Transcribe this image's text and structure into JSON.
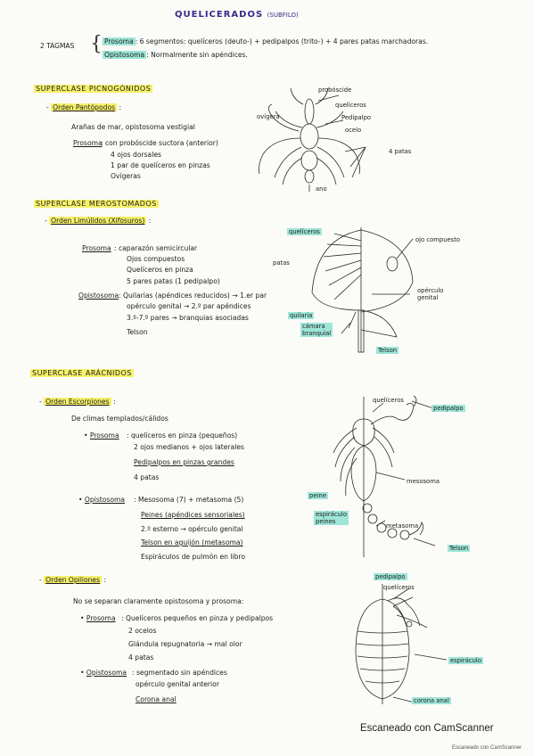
{
  "header": {
    "title": "QUELICERADOS",
    "subtitle": "(SUBFILO)"
  },
  "tagmas": {
    "label": "2 TAGMAS",
    "prosoma_term": "Prosoma",
    "prosoma_text": ": 6 segmentos: quelíceros (deuto-) + pedipalpos (trito-) + 4 pares patas marchadoras.",
    "opistosoma_term": "Opistosoma",
    "opistosoma_text": ": Normalmente sin apéndices."
  },
  "pycnogonida": {
    "section": "SUPERCLASE PICNOGÓNIDOS",
    "order": "Orden Pantópodos",
    "intro": "Arañas de mar, opistosoma vestigial",
    "prosoma_label": "Prosoma",
    "prosoma_lines": [
      ": con probóscide suctora (anterior)",
      "4 ojos dorsales",
      "1 par de quelíceros en pinzas",
      "Ovígeras"
    ],
    "labels": {
      "proboscide": "probóscide",
      "queliceros": "quelíceros",
      "pedipalpo": "Pedipalpo",
      "ocelo": "ocelo",
      "ovigera": "ovígera",
      "patas": "4 patas",
      "ano": "ano"
    }
  },
  "merostomata": {
    "section": "SUPERCLASE MEROSTOMADOS",
    "order": "Orden Limúlidos (Xifosuros)",
    "prosoma_label": "Prosoma",
    "prosoma_lines": [
      ": caparazón semicircular",
      "Ojos compuestos",
      "Quelíceros en pinza",
      "5 pares patas (1 pedipalpo)"
    ],
    "opistosoma_label": "Opistosoma",
    "opistosoma_lines": [
      ": Quilarias (apéndices reducidos) → 1.er par",
      "opérculo genital → 2.º par apéndices",
      "3.º-7.º pares → branquias asociadas",
      "Telson"
    ],
    "labels": {
      "queliceros": "quelíceros",
      "ojo": "ojo compuesto",
      "patas": "patas",
      "operculo": "opérculo\ngenital",
      "quilaria": "quilaria",
      "camara": "cámara\nbranquial",
      "telson": "Telson"
    }
  },
  "arachnida": {
    "section": "SUPERCLASE ARÁCNIDOS",
    "scorpiones": {
      "order": "Orden Escorpiones",
      "intro": "De climas templados/cálidos",
      "prosoma_label": "Prosoma",
      "prosoma_lines": [
        ": quelíceros en pinza (pequeños)",
        "2 ojos medianos + ojos laterales",
        "Pedipalpos en pinzas grandes",
        "4 patas"
      ],
      "opistosoma_label": "Opistosoma",
      "opistosoma_lines": [
        ": Mesosoma (7) + metasoma (5)",
        "Peines (apéndices sensoriales)",
        "2.º esterno → opérculo genital",
        "Telson en aguijón (metasoma)",
        "Espiráculos de pulmón en libro"
      ],
      "labels": {
        "queliceros": "quelíceros",
        "pedipalpo": "pedipalpo",
        "mesosoma": "mesosoma",
        "peine": "peine",
        "espiraculo": "espiráculo\npeines",
        "metasoma": "metasoma",
        "telson": "Telson"
      }
    },
    "opiliones": {
      "order": "Orden Opiliones",
      "intro": "No se separan claramente opistosoma y prosoma:",
      "prosoma_label": "Prosoma",
      "prosoma_lines": [
        ": Quelíceros pequeños en pinza y pedipalpos",
        "2 ocelos",
        "Glándula repugnatoria → mal olor",
        "4 patas"
      ],
      "opistosoma_label": "Opistosoma",
      "opistosoma_lines": [
        ": segmentado sin apéndices",
        "opérculo genital anterior",
        "Corona anal"
      ],
      "labels": {
        "pedipalpo": "pedipalpo",
        "queliceros": "quelíceros",
        "espiraculo": "espiráculo",
        "corona": "corona anal"
      }
    }
  },
  "footer": {
    "scanner": "Escaneado con CamScanner",
    "scanner_small": "Escaneado con CamScanner"
  }
}
